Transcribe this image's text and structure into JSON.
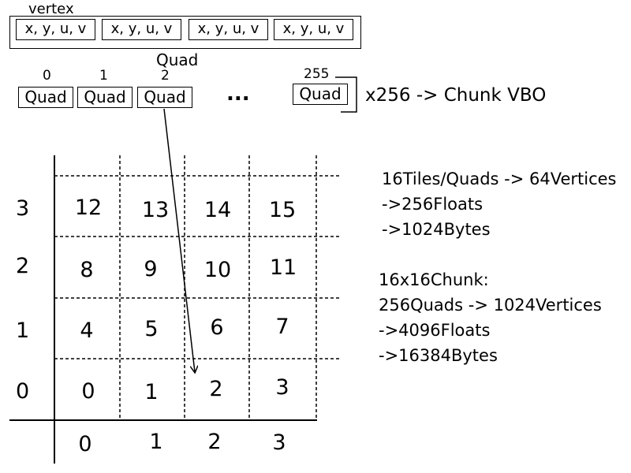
{
  "vertex_row": {
    "label": "vertex",
    "items": [
      "x, y, u, v",
      "x, y, u, v",
      "x, y, u, v",
      "x, y, u, v"
    ]
  },
  "quad_row": {
    "callout_label": "Quad",
    "items": [
      {
        "index": "0",
        "label": "Quad"
      },
      {
        "index": "1",
        "label": "Quad"
      },
      {
        "index": "2",
        "label": "Quad"
      },
      {
        "index": "255",
        "label": "Quad"
      }
    ],
    "ellipsis": "...",
    "bracket_label": "x256 -> Chunk VBO"
  },
  "grid": {
    "rows": [
      {
        "label": "3",
        "cells": [
          "12",
          "13",
          "14",
          "15"
        ]
      },
      {
        "label": "2",
        "cells": [
          "8",
          "9",
          "10",
          "11"
        ]
      },
      {
        "label": "1",
        "cells": [
          "4",
          "5",
          "6",
          "7"
        ]
      },
      {
        "label": "0",
        "cells": [
          "0",
          "1",
          "2",
          "3"
        ]
      }
    ],
    "col_labels": [
      "0",
      "1",
      "2",
      "3"
    ]
  },
  "notes": {
    "block1": [
      "16Tiles/Quads -> 64Vertices",
      "->256Floats",
      "->1024Bytes"
    ],
    "block2": [
      "16x16Chunk:",
      "256Quads -> 1024Vertices",
      "->4096Floats",
      "->16384Bytes"
    ]
  },
  "colors": {
    "line": "#000000",
    "background": "#ffffff"
  }
}
